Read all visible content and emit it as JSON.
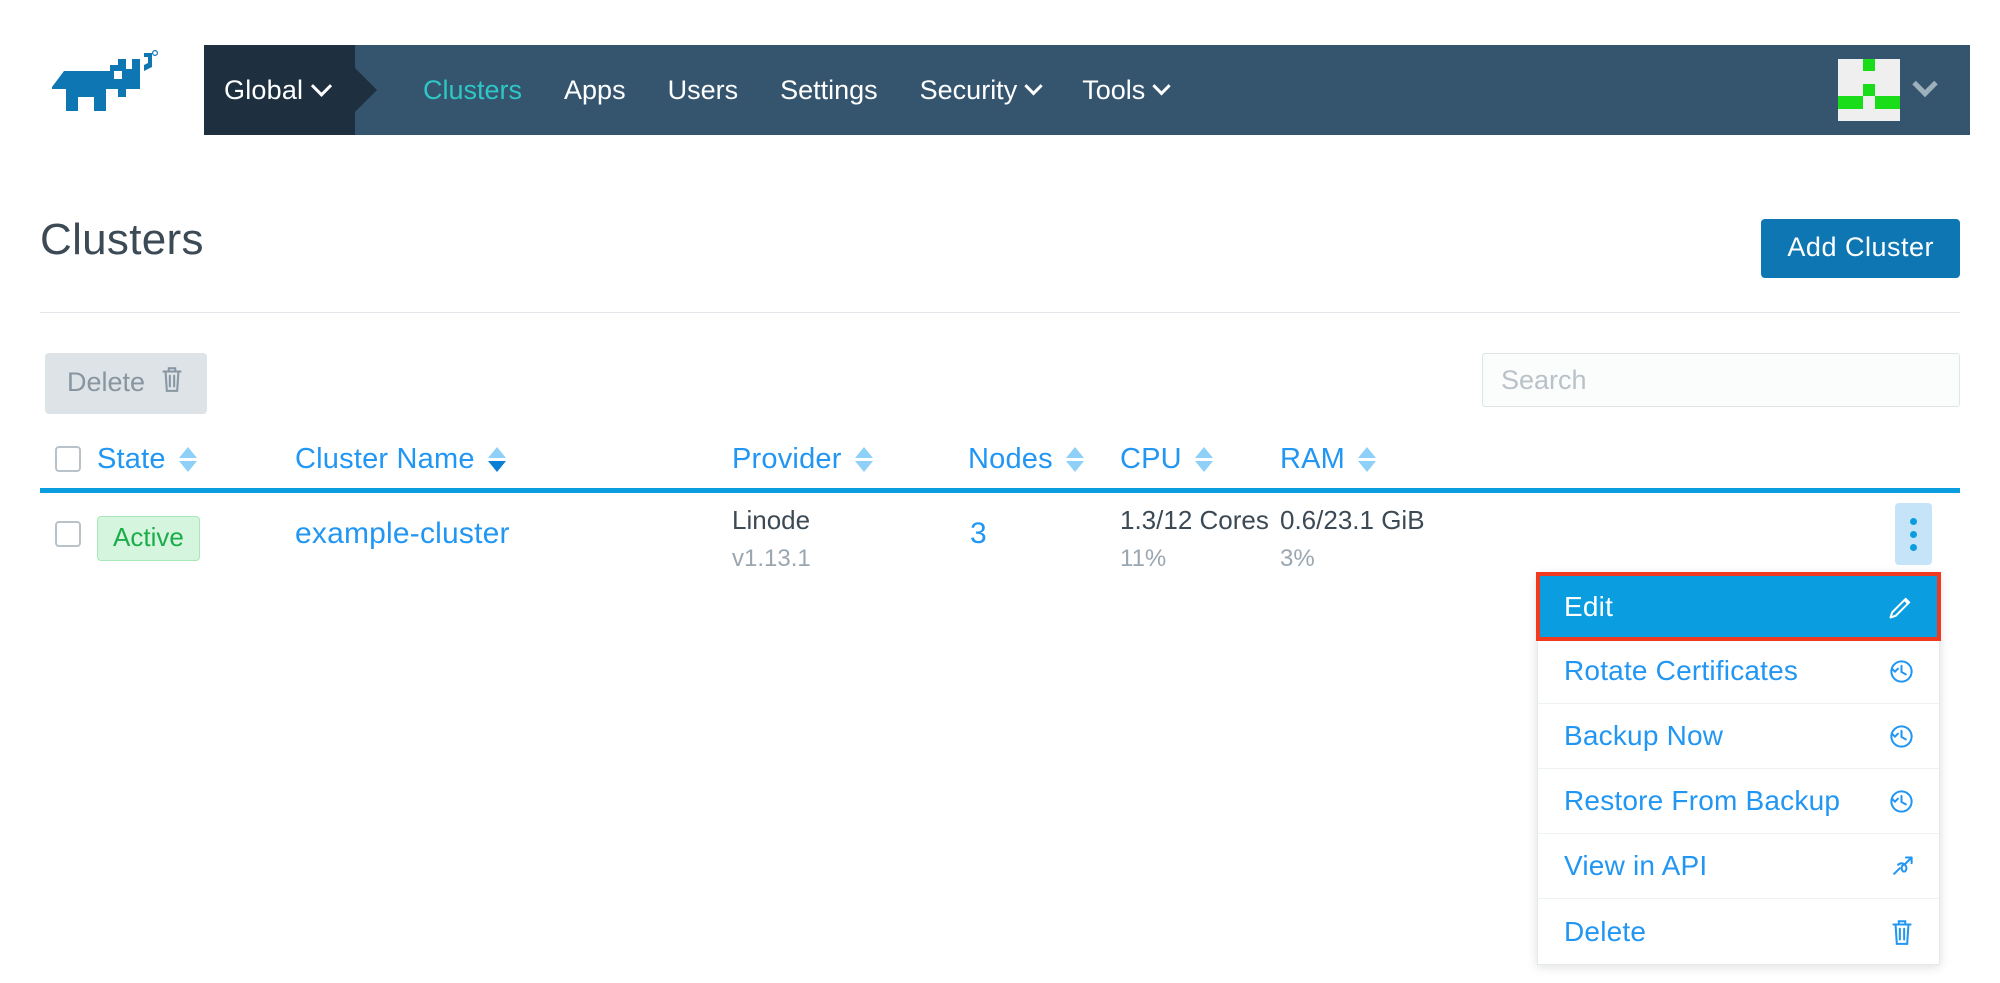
{
  "header": {
    "logo_icon": "rancher-cow-logo",
    "global_scope": {
      "label": "Global",
      "chevron_icon": "chevron-down-icon"
    },
    "nav_items": [
      {
        "label": "Clusters",
        "active": true,
        "chevron": false
      },
      {
        "label": "Apps",
        "active": false,
        "chevron": false
      },
      {
        "label": "Users",
        "active": false,
        "chevron": false
      },
      {
        "label": "Settings",
        "active": false,
        "chevron": false
      },
      {
        "label": "Security",
        "active": false,
        "chevron": true
      },
      {
        "label": "Tools",
        "active": false,
        "chevron": true
      }
    ],
    "avatar_icon": "user-avatar-identicon",
    "avatar_chevron_icon": "chevron-down-icon",
    "colors": {
      "navbar_bg": "#35556f",
      "global_bg": "#1e2f40",
      "active_nav": "#2fc6c6",
      "avatar_green": "#19dd19",
      "avatar_bg": "#efefef"
    }
  },
  "page": {
    "title": "Clusters",
    "add_button": "Add Cluster"
  },
  "toolbar": {
    "delete_label": "Delete",
    "delete_icon": "trash-icon",
    "search_placeholder": "Search",
    "search_value": ""
  },
  "table": {
    "columns": [
      {
        "label": "State",
        "sortable": true,
        "sort_state": "none"
      },
      {
        "label": "Cluster Name",
        "sortable": true,
        "sort_state": "desc"
      },
      {
        "label": "Provider",
        "sortable": true,
        "sort_state": "none"
      },
      {
        "label": "Nodes",
        "sortable": true,
        "sort_state": "none"
      },
      {
        "label": "CPU",
        "sortable": true,
        "sort_state": "none"
      },
      {
        "label": "RAM",
        "sortable": true,
        "sort_state": "none"
      }
    ],
    "rows": [
      {
        "selected": false,
        "state": "Active",
        "name": "example-cluster",
        "provider": "Linode",
        "provider_version": "v1.13.1",
        "nodes": "3",
        "cpu": "1.3/12 Cores",
        "cpu_percent": "11%",
        "ram": "0.6/23.1 GiB",
        "ram_percent": "3%"
      }
    ]
  },
  "action_menu": {
    "items": [
      {
        "label": "Edit",
        "icon": "pencil-icon",
        "highlighted": true,
        "divider": false
      },
      {
        "label": "Rotate Certificates",
        "icon": "history-icon",
        "highlighted": false,
        "divider": false
      },
      {
        "label": "Backup Now",
        "icon": "history-icon",
        "highlighted": false,
        "divider": false
      },
      {
        "label": "Restore From Backup",
        "icon": "history-icon",
        "highlighted": false,
        "divider": true
      },
      {
        "label": "View in API",
        "icon": "link-external-icon",
        "highlighted": false,
        "divider": true
      },
      {
        "label": "Delete",
        "icon": "trash-icon",
        "highlighted": false,
        "divider": false
      }
    ],
    "highlight_border_color": "#f0391e",
    "highlight_bg_color": "#0a9de0"
  }
}
